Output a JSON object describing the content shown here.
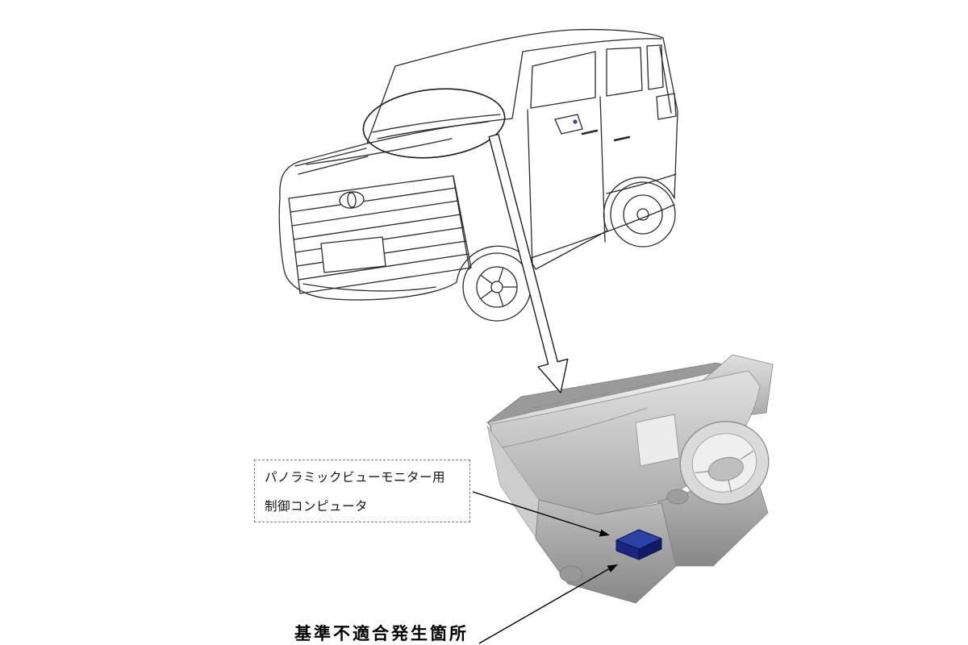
{
  "diagram": {
    "component_callout": {
      "line1": "パノラミックビューモニター用",
      "line2": "制御コンピュータ"
    },
    "defect_label": "基準不適合発生箇所",
    "colors": {
      "component_highlight": "#1d2e8f",
      "mirror_indicator": "#2f46c4",
      "line_art": "#2a2a2a"
    }
  }
}
